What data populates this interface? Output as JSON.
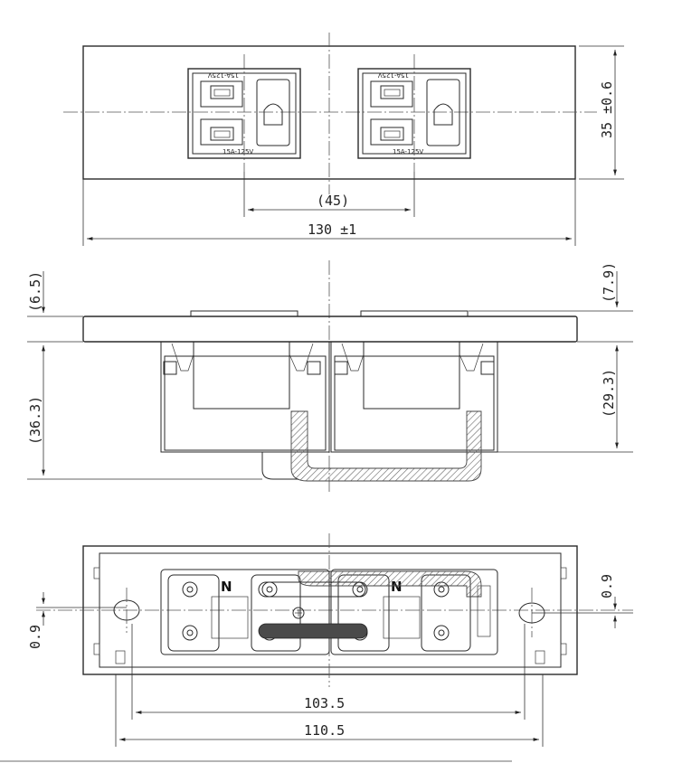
{
  "dimensions": {
    "top_height": "35 ±0.6",
    "top_pitch": "(45)",
    "top_width": "130 ±1",
    "side_top_left": "(6.5)",
    "side_top_right": "(7.9)",
    "side_depth_left": "(36.3)",
    "side_depth_right": "(29.3)",
    "back_offset_left": "0.9",
    "back_offset_right": "0.9",
    "back_hole_pitch": "103.5",
    "back_inner_width": "110.5"
  },
  "outlet_labels": {
    "rating_top": "15A-125V",
    "rating_bottom": "15A-125V"
  },
  "back_labels": {
    "neutral_mark": "N"
  }
}
